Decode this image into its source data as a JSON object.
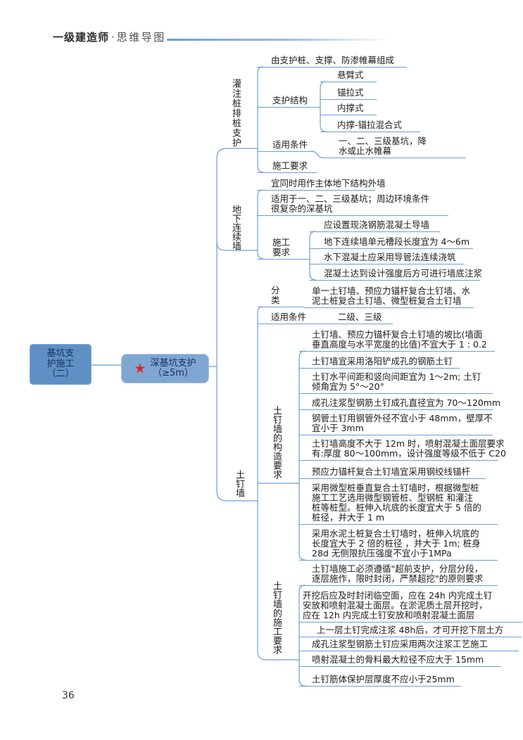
{
  "header": {
    "brand": "一级建造师",
    "separator": "·",
    "subtitle": "思维导图"
  },
  "page_number": "36",
  "colors": {
    "line": "#6C9FD3",
    "root_fill": "#5E90C6",
    "child_fill": "#7FA6D1",
    "star": "#D8262C"
  },
  "icons": {
    "topic_marker": "star-icon"
  },
  "mindmap": {
    "root_label": "基坑支\n护施工\n（二）",
    "topic": {
      "label": "深基坑支护\n（≥5m）",
      "star_glyph": "★"
    },
    "b1": {
      "label": "灌注桩排桩支护",
      "composition": "由支护桩、支撑、防渗帷幕组成",
      "structure": {
        "label": "支护结构",
        "items": [
          "悬臂式",
          "锚拉式",
          "内撑式",
          "内撑-锚拉混合式"
        ]
      },
      "conditions": {
        "label": "适用条件",
        "value": "一、二、三级基坑，降\n水或止水帷幕"
      },
      "requirements": {
        "label": "施工要求"
      }
    },
    "b2": {
      "label": "地下连续墙",
      "outer_wall": "宜同时用作主体地下结构外墙",
      "applicability": "适用于一、二、三级基坑；周边环境条件\n很复杂的深基坑",
      "requirements": {
        "label": "施工要求",
        "items": [
          "应设置现浇钢筋混凝土导墙",
          "地下连续墙单元槽段长度宜为 4～6m",
          "水下混凝土应采用导管法连续浇筑",
          "混凝土达到设计强度后方可进行墙底注浆"
        ]
      }
    },
    "b3": {
      "label": "土钉墙",
      "classification": {
        "label": "分类",
        "value": "单一土钉墙、预应力锚杆复合土钉墙、水\n泥土桩复合土钉墙、微型桩复合土钉墙"
      },
      "conditions": {
        "label": "适用条件",
        "value": "二级、三级"
      },
      "construction": {
        "label": "土钉墙的构造要求",
        "items": [
          "土钉墙、预应力锚杆复合土钉墙的坡比(墙面\n垂直高度与水平宽度的比值)不宜大于 1 : 0.2",
          "土钉墙宜采用洛阳铲成孔的钢筋土钉",
          "土钉水平间距和竖向间距宜为 1～2m; 土钉\n倾角宜为 5°～20°",
          "成孔注浆型钢筋土钉成孔直径宜为 70～120mm",
          "钢管土钉用钢管外径不宜小于 48mm，壁厚不\n宜小于 3mm",
          "土钉墙高度不大于 12m 时，喷射混凝土面层要求\n有:厚度 80～100mm，设计强度等级不低于 C20",
          "预应力锚杆复合土钉墙宜采用钢绞线锚杆",
          "采用微型桩垂直复合土钉墙时，根据微型桩\n施工工艺选用微型钢管桩、型钢桩 和灌注\n桩等桩型。桩伸入坑底的长度宜大于 5 倍的\n桩径，并大于 1 m",
          "采用水泥土桩复合土钉墙时，桩伸入坑底的\n长度宜大于 2 倍的桩径 ，并大于 1m; 桩身\n28d 无侧限抗压强度不宜小于1MPa"
        ]
      },
      "workflow": {
        "label": "土钉墙的施工要求",
        "items": [
          "土钉墙施工必须遵循\"超前支护，分层分段，\n逐层施作，限时封闭，严禁超挖\"的原则要求",
          "开挖后应及时封闭临空面，应在 24h 内完成土钉\n安放和喷射混凝土面层。在淤泥质土层开挖时，\n应在 12h 内完成土钉安放和喷射混凝土面层",
          "上一层土钉完成注浆 48h后，才可开挖下层土方",
          "成孔注浆型钢筋土钉应采用两次注浆工艺施工",
          "喷射混凝土的骨料最大粒径不应大于 15mm",
          "土钉筋体保护层厚度不应小于25mm"
        ]
      }
    }
  }
}
